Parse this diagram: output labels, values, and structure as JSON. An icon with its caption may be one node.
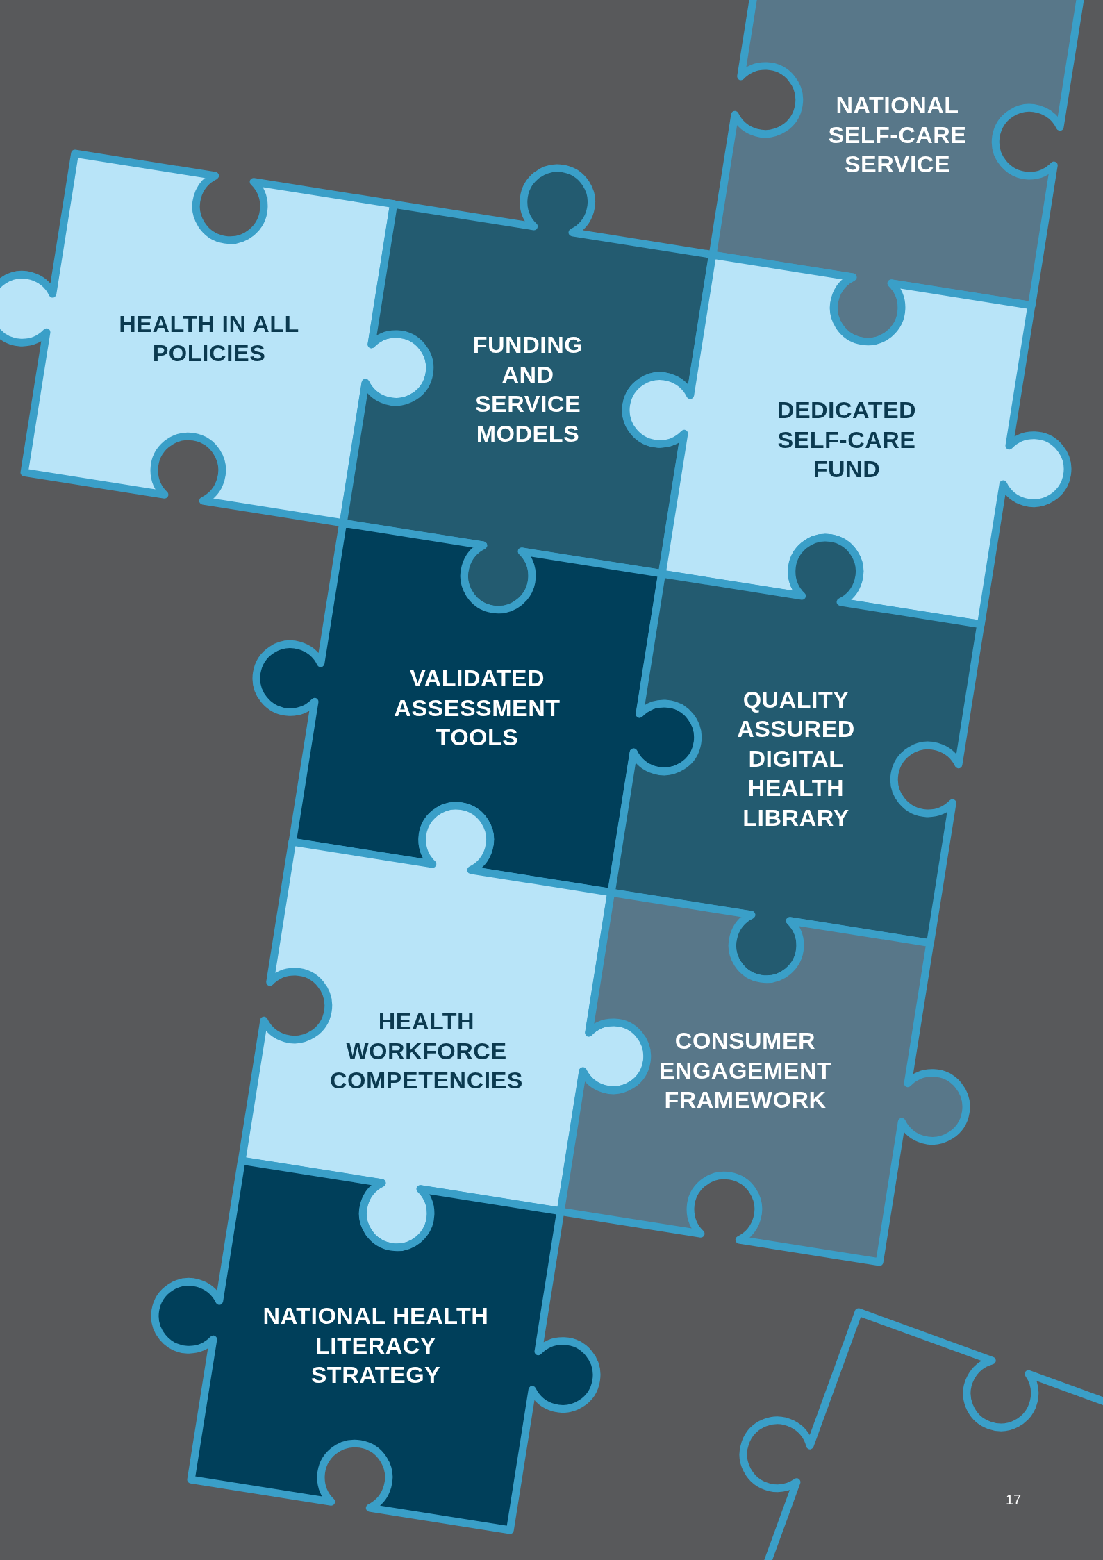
{
  "diagram": {
    "nodes": [
      {
        "text": [
          "NATIONAL SELF-CARE SERVICE"
        ]
      },
      {
        "text": [
          "HEALTH IN ALL POLICIES"
        ]
      },
      {
        "text": [
          "FUNDING AND SERVICE MODELS"
        ]
      },
      {
        "text": [
          "DEDICATED SELF-CARE FUND"
        ]
      },
      {
        "text": [
          "VALIDATED ASSESSMENT TOOLS"
        ]
      },
      {
        "text": [
          "QUALITY ASSURED DIGITAL HEALTH LIBRARY"
        ]
      },
      {
        "text": [
          "HEALTH WORKFORCE COMPETENCIES"
        ]
      },
      {
        "text": [
          "CONSUMER ENGAGEMENT FRAMEWORK"
        ]
      },
      {
        "text": [
          "NATIONAL HEALTH LITERACY STRATEGY"
        ]
      },
      {
        "text": [],
        "shape": "box"
      }
    ],
    "labels": [
      "17"
    ]
  }
}
